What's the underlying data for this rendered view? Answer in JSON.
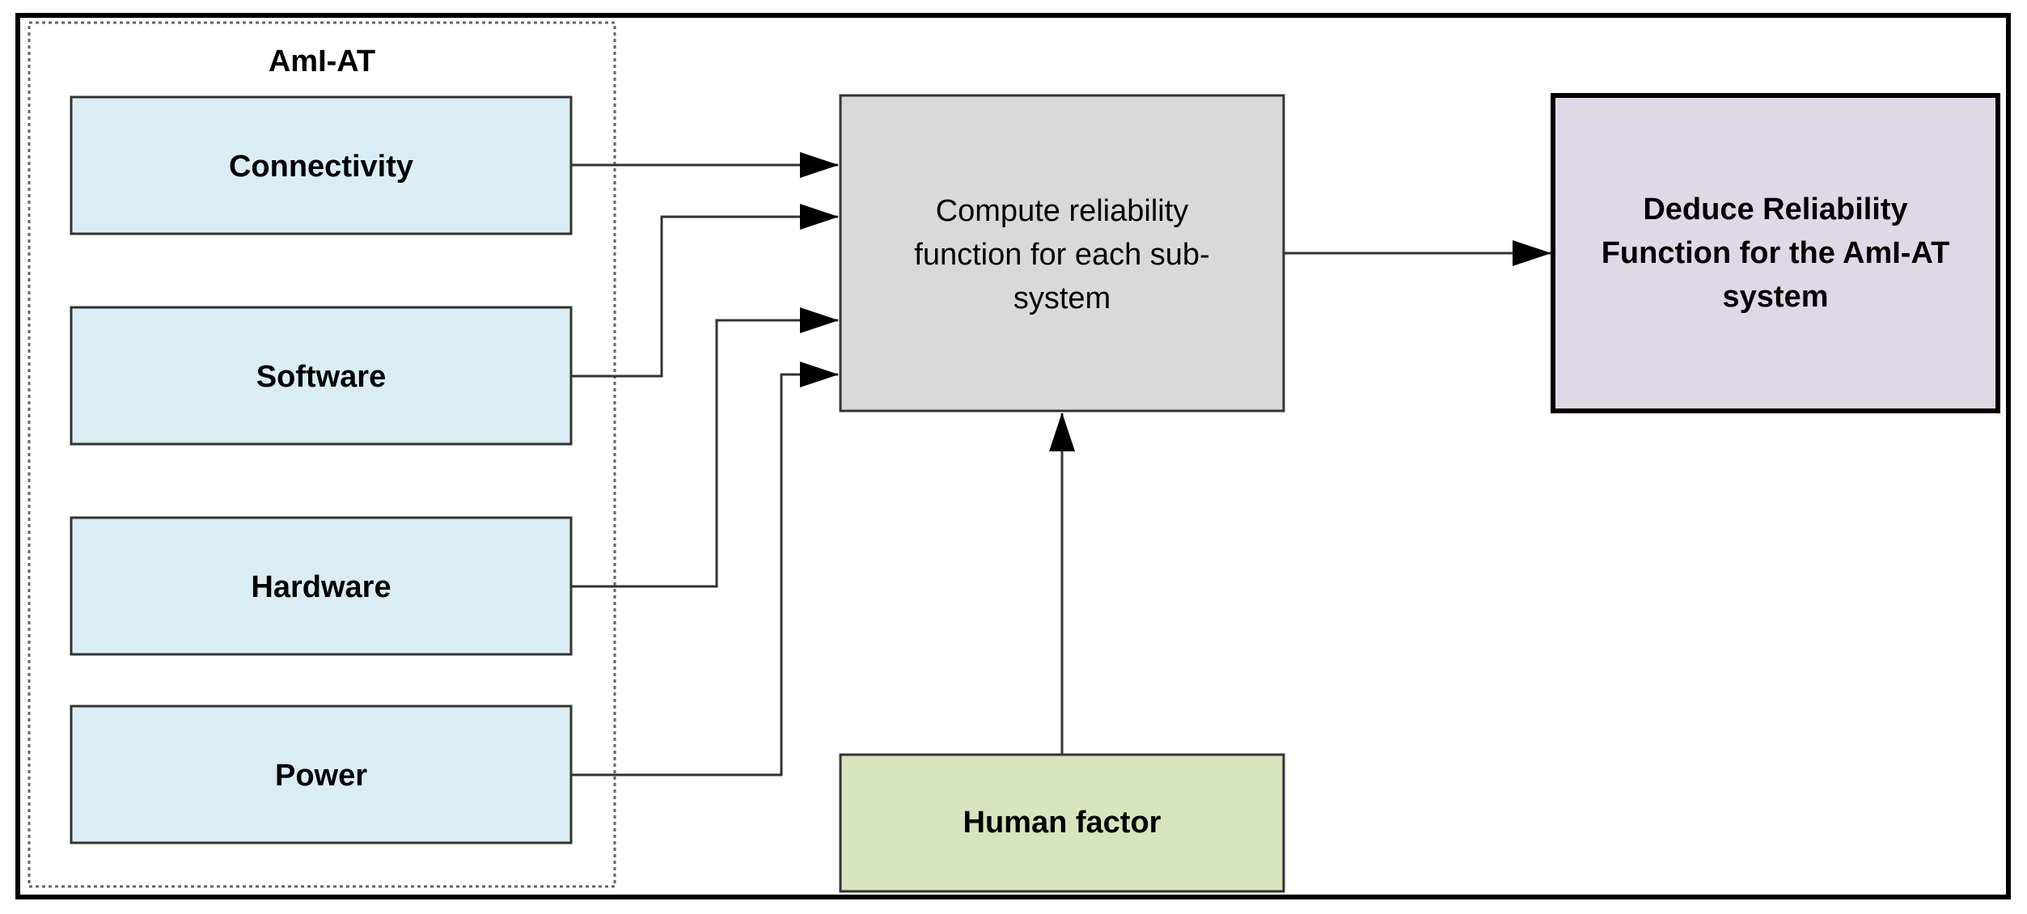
{
  "group": {
    "title": "AmI-AT"
  },
  "subsystems": [
    {
      "label": "Connectivity"
    },
    {
      "label": "Software"
    },
    {
      "label": "Hardware"
    },
    {
      "label": "Power"
    }
  ],
  "compute": {
    "lines": [
      "Compute reliability",
      "function for each sub-",
      "system"
    ]
  },
  "deduce": {
    "lines": [
      "Deduce Reliability",
      "Function for the AmI-AT",
      "system"
    ]
  },
  "human_factor": {
    "label": "Human factor"
  },
  "colors": {
    "subsystem_fill": "#dbedf4",
    "compute_fill": "#d9d9d9",
    "deduce_fill": "#dfd8e6",
    "human_fill": "#d7e4bd"
  }
}
